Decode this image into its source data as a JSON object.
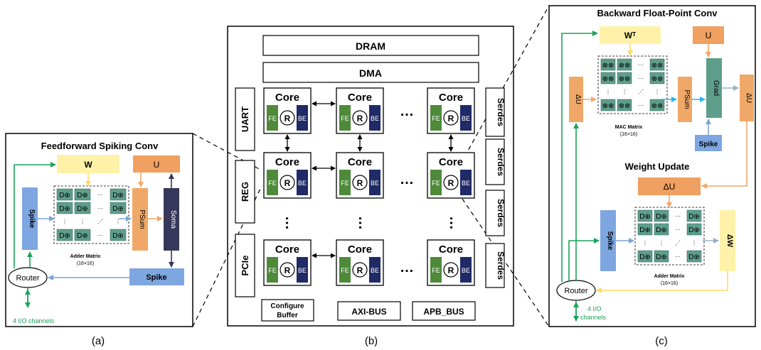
{
  "panel_a": {
    "title": "Feedforward Spiking Conv",
    "w_label": "W",
    "u_label": "U",
    "spike_label": "Spike",
    "psum_label": "PSum",
    "soma_label": "Soma",
    "matrix_label": "Adder Matrix",
    "matrix_size": "(16×16)",
    "router_label": "Router",
    "io_label": "4 I/O channels",
    "spike_out_label": "Spike",
    "caption": "(a)"
  },
  "panel_b": {
    "dram_label": "DRAM",
    "dma_label": "DMA",
    "uart_label": "UART",
    "reg_label": "REG",
    "pcie_label": "PCIe",
    "core_label": "Core",
    "fe_label": "FE",
    "r_label": "R",
    "be_label": "BE",
    "ellipsis": "…",
    "serdes_label": "Serdes",
    "configure_buffer_line1": "Configure",
    "configure_buffer_line2": "Buffer",
    "axi_bus_label": "AXI-BUS",
    "apb_bus_label": "APB_BUS",
    "caption": "(b)"
  },
  "panel_c": {
    "title": "Backward Float-Point Conv",
    "wt_label": "Wᵀ",
    "u_label": "U",
    "du_left_label": "ΔU",
    "mac_label": "MAC Matrix",
    "mac_size": "(16×16)",
    "psum_label": "PSum",
    "grad_label": "Grad",
    "du_right_label": "ΔU",
    "spike_small_label": "Spike",
    "weight_update_title": "Weight Update",
    "du_mid_label": "ΔU",
    "spike_label": "Spike",
    "adder_label": "Adder Matrix",
    "adder_size": "(16×16)",
    "dw_label": "ΔW",
    "router_label": "Router",
    "io_line1": "4 I/O",
    "io_line2": "channels",
    "caption": "(c)"
  },
  "colors": {
    "w_yellow": "#FFF2A8",
    "u_orange": "#F0A060",
    "spike_blue": "#7EA6E0",
    "psum_orange": "#F0A868",
    "soma_navy": "#36375A",
    "matrix_teal": "#5E9E8A",
    "fe_green": "#4E8A3A",
    "be_navy": "#1F2A66",
    "green_arrow": "#1AA35A",
    "blue_arrow": "#7AA5D8",
    "orange_arrow": "#F0A868",
    "cyan_arrow": "#29B6E8",
    "yellow_arrow": "#FFD966"
  }
}
